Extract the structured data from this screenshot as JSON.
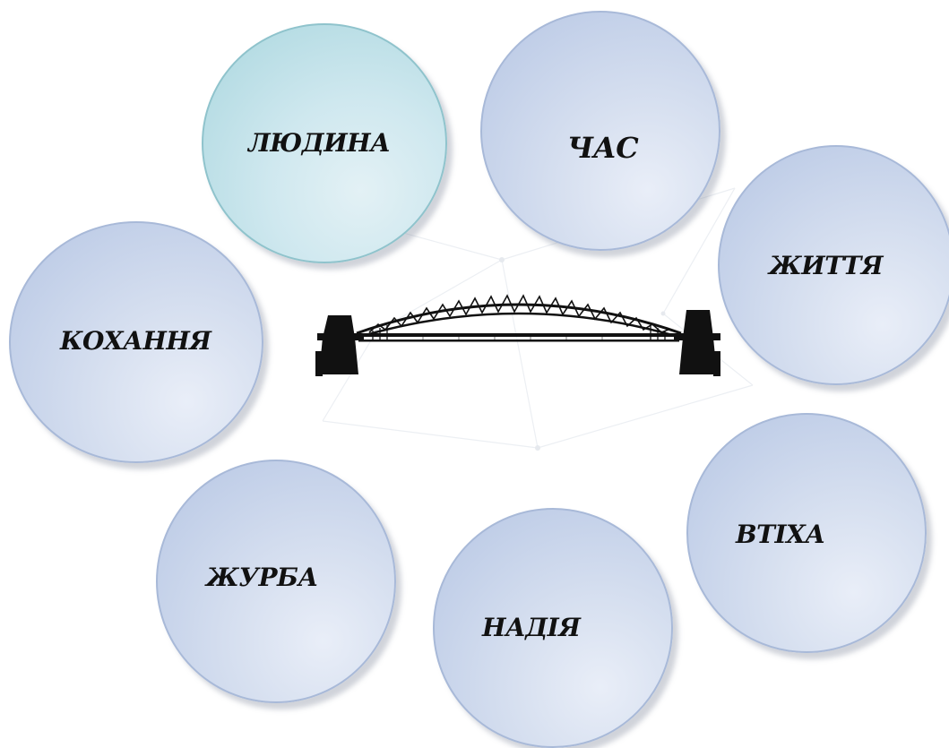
{
  "diagram": {
    "center_icon": "bridge-icon",
    "nodes": [
      {
        "id": "lyudyna",
        "label": "ЛЮДИНА",
        "color": "#cfe8ef"
      },
      {
        "id": "chas",
        "label": "ЧАС",
        "color": "#c9d5ec"
      },
      {
        "id": "zhyttia",
        "label": "ЖИТТЯ",
        "color": "#c9d5ec"
      },
      {
        "id": "vtikha",
        "label": "ВТІХА",
        "color": "#dbe3f2"
      },
      {
        "id": "nadiia",
        "label": "НАДІЯ",
        "color": "#c9d5ec"
      },
      {
        "id": "zhurba",
        "label": "ЖУРБА",
        "color": "#c9d5ec"
      },
      {
        "id": "kokhannia",
        "label": "КОХАННЯ",
        "color": "#c9d5ec"
      }
    ]
  }
}
